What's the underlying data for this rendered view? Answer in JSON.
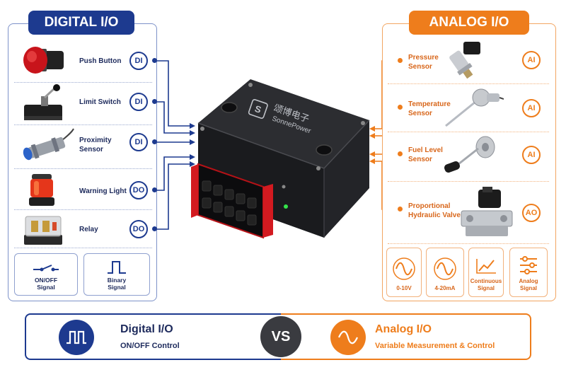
{
  "colors": {
    "digital": "#1d3a8f",
    "analog": "#ee7d1c",
    "dark": "#3a3b40"
  },
  "digital": {
    "title": "DIGITAL I/O",
    "items": [
      {
        "label": "Push Button",
        "badge": "DI",
        "icon": "push-button-icon"
      },
      {
        "label": "Limit Switch",
        "badge": "DI",
        "icon": "limit-switch-icon"
      },
      {
        "label_lines": [
          "Proximity",
          "Sensor"
        ],
        "badge": "DI",
        "icon": "proximity-sensor-icon"
      },
      {
        "label": "Warning Light",
        "badge": "DO",
        "icon": "warning-light-icon"
      },
      {
        "label": "Relay",
        "badge": "DO",
        "icon": "relay-icon"
      }
    ],
    "signals": [
      {
        "label_lines": [
          "ON/OFF",
          "Signal"
        ],
        "icon": "switch-icon"
      },
      {
        "label_lines": [
          "Binary",
          "Signal"
        ],
        "icon": "square-wave-icon"
      }
    ]
  },
  "analog": {
    "title": "ANALOG I/O",
    "items": [
      {
        "label_lines": [
          "Pressure",
          "Sensor"
        ],
        "badge": "AI",
        "icon": "pressure-sensor-icon"
      },
      {
        "label_lines": [
          "Temperature",
          "Sensor"
        ],
        "badge": "AI",
        "icon": "temperature-sensor-icon"
      },
      {
        "label_lines": [
          "Fuel Level",
          "Sensor"
        ],
        "badge": "AI",
        "icon": "fuel-level-sensor-icon"
      },
      {
        "label_lines": [
          "Proportional",
          "Hydraulic Valve"
        ],
        "badge": "AO",
        "icon": "hydraulic-valve-icon"
      }
    ],
    "signals": [
      {
        "label_lines": [
          "0-10V"
        ],
        "icon": "sine-wave-icon"
      },
      {
        "label_lines": [
          "4-20mA"
        ],
        "icon": "sine-wave-icon"
      },
      {
        "label_lines": [
          "Continuous",
          "Signal"
        ],
        "icon": "continuous-chart-icon"
      },
      {
        "label_lines": [
          "Analog",
          "Signal"
        ],
        "icon": "sliders-icon"
      }
    ]
  },
  "device": {
    "brand": "SonnePower",
    "brand_cn": "颂博电子"
  },
  "comparison": {
    "vs": "VS",
    "digital": {
      "title": "Digital I/O",
      "subtitle": "ON/OFF Control"
    },
    "analog": {
      "title": "Analog I/O",
      "subtitle": "Variable Measurement & Control"
    }
  }
}
